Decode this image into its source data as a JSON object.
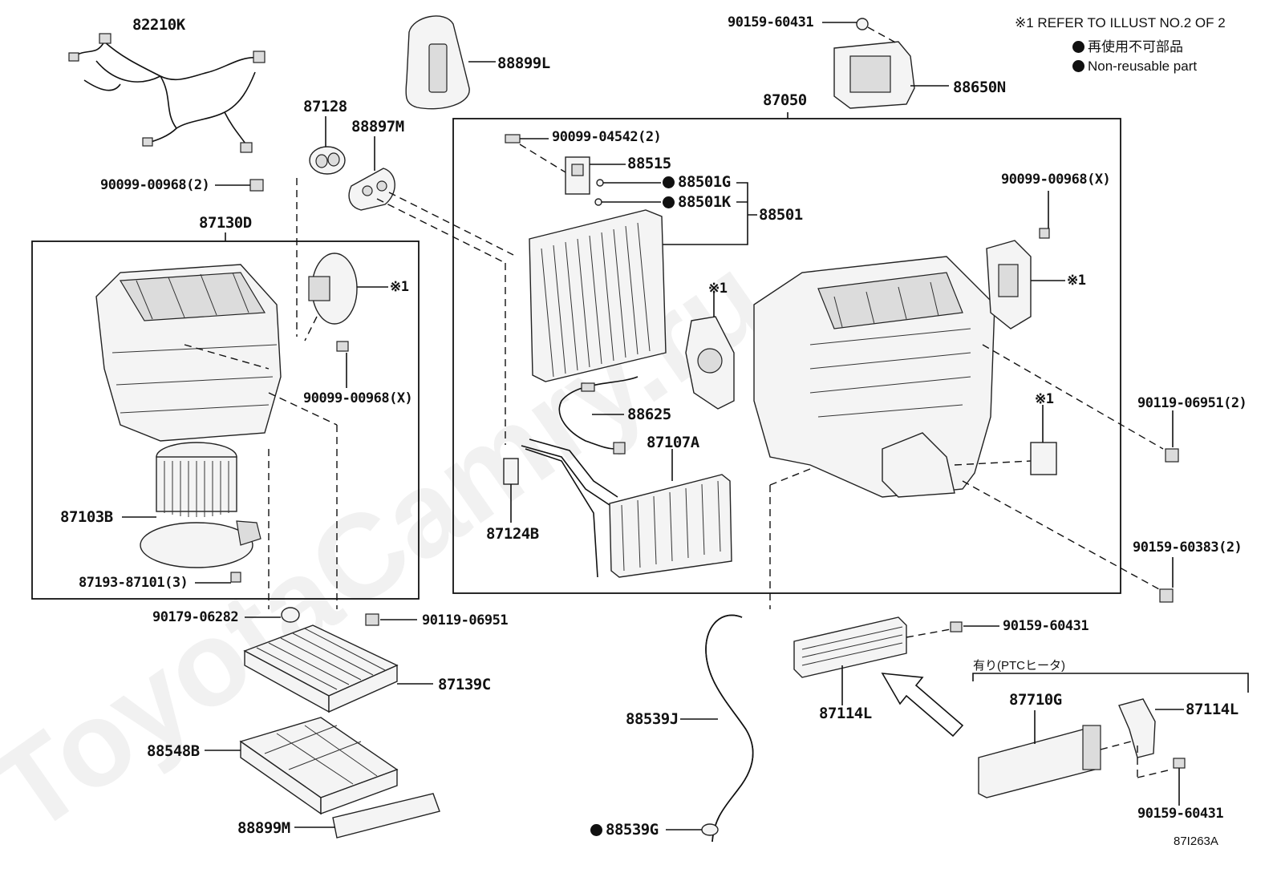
{
  "header_note": {
    "ref": "※1 REFER TO ILLUST NO.2 OF 2",
    "nonreusable_jp": "再使用不可部品",
    "nonreusable_en": "Non-reusable part"
  },
  "watermark": "ToyotaCamry.ru",
  "option_label": "有り(PTCヒータ)",
  "illustration_code": "87I263A",
  "labels": {
    "p82210K": "82210K",
    "p88899L": "88899L",
    "p90159_60431_top": "90159-60431",
    "p88650N": "88650N",
    "p87050": "87050",
    "p87128": "87128",
    "p88897M": "88897M",
    "p90099_04542": "90099-04542(2)",
    "p88515": "88515",
    "p88501G": "88501G",
    "p88501K": "88501K",
    "p88501": "88501",
    "p90099_00968_2": "90099-00968(2)",
    "p87130D": "87130D",
    "p90099_00968_X_r": "90099-00968(X)",
    "ref1_a": "※1",
    "ref1_b": "※1",
    "ref1_c": "※1",
    "ref1_d": "※1",
    "p90099_00968_X_l": "90099-00968(X)",
    "p88625": "88625",
    "p87107A": "87107A",
    "p90119_06951_2": "90119-06951(2)",
    "p87103B": "87103B",
    "p87124B": "87124B",
    "p90159_60383": "90159-60383(2)",
    "p87193_87101": "87193-87101(3)",
    "p90179_06282": "90179-06282",
    "p90119_06951": "90119-06951",
    "p90159_60431_mid": "90159-60431",
    "p87139C": "87139C",
    "p88539J": "88539J",
    "p87114L_l": "87114L",
    "p87710G": "87710G",
    "p87114L_r": "87114L",
    "p88548B": "88548B",
    "p90159_60431_bot": "90159-60431",
    "p88899M": "88899M",
    "p88539G": "88539G"
  }
}
